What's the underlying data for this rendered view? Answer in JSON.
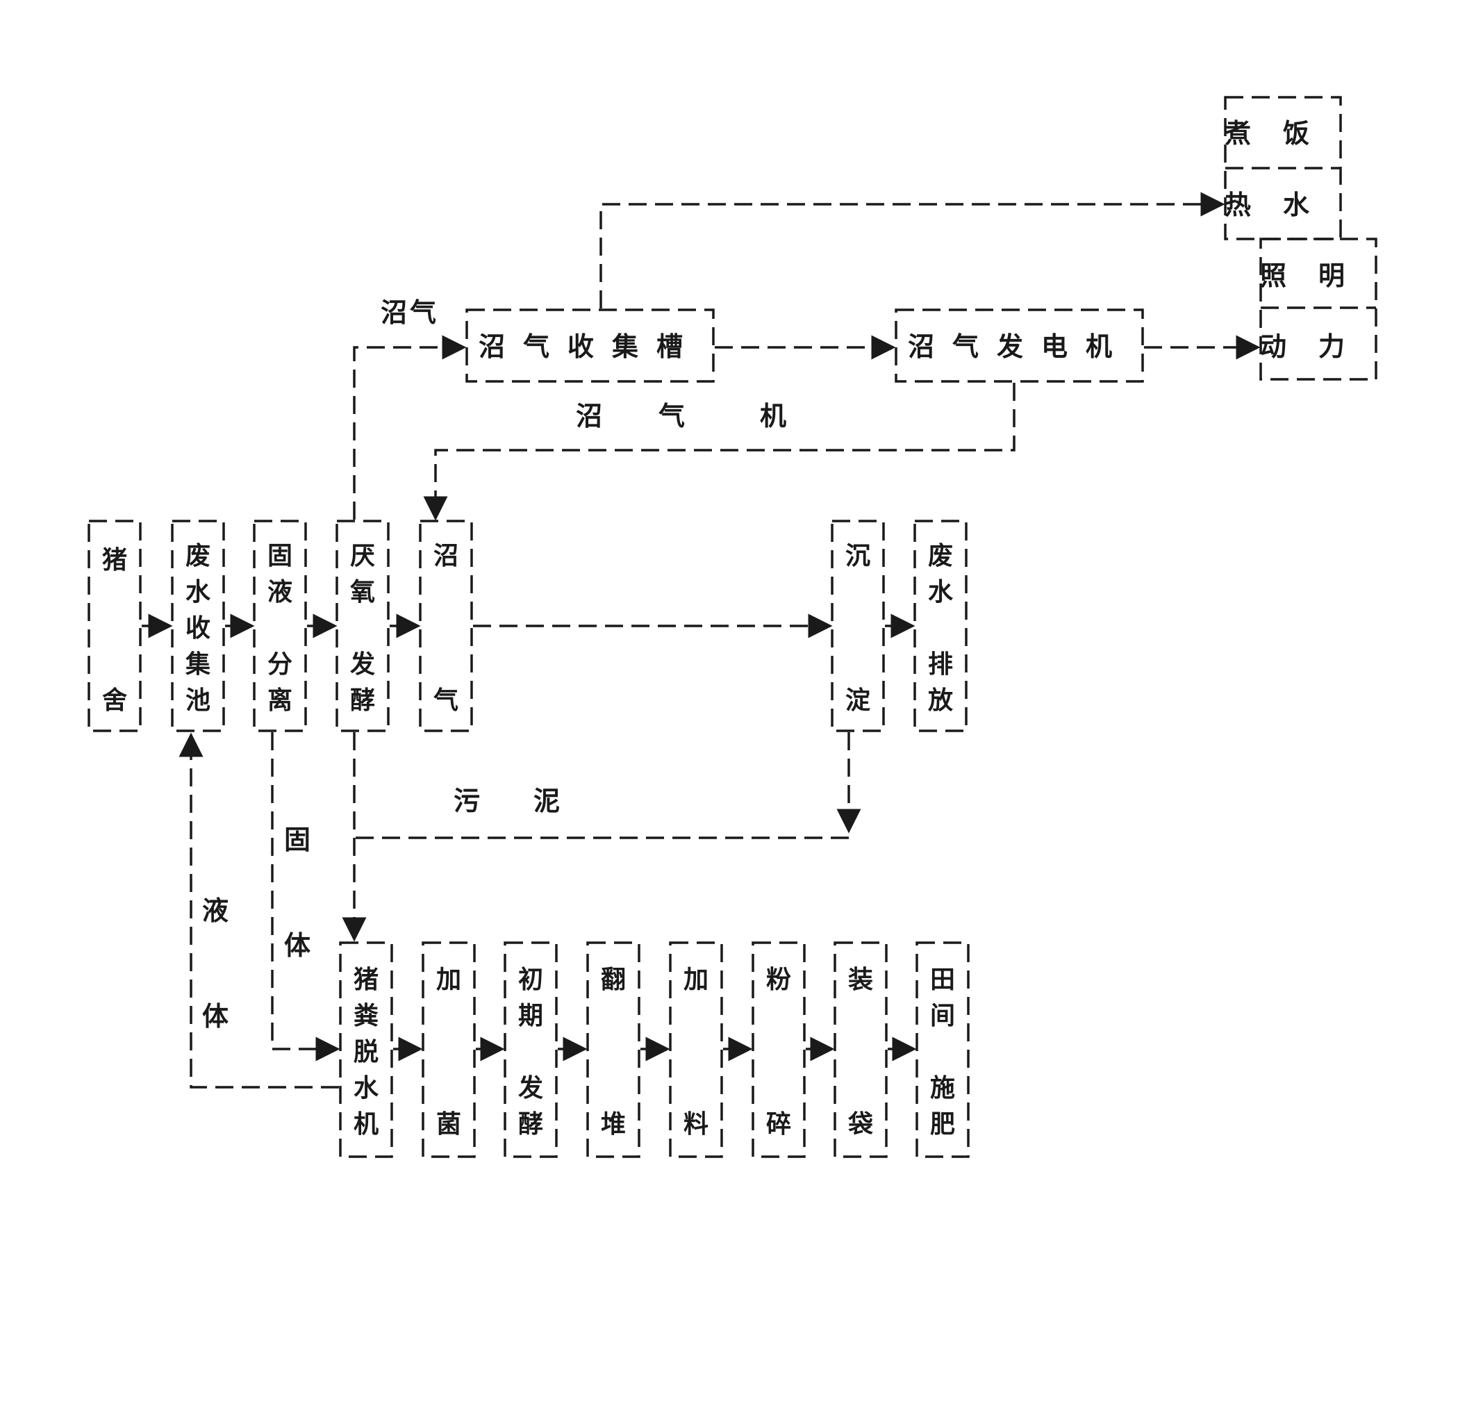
{
  "nodes": {
    "pig_house": "猪舍",
    "wastewater_pool": "废水收集池",
    "solid_liquid_separation": "固液分离",
    "anaerobic_fermentation": "厌氧发酵",
    "biogas_column": "沼气",
    "sedimentation": "沉淀",
    "wastewater_discharge": "废水排放",
    "biogas_tank": "沼气收集槽",
    "biogas_generator": "沼气发电机",
    "cooking": "煮饭",
    "hot_water": "热水",
    "lighting": "照明",
    "power": "动力",
    "dewatering_machine": "猪粪脱水机",
    "add_bacteria": "加菌",
    "initial_fermentation": "初期发酵",
    "turning_pile": "翻堆",
    "add_material": "加料",
    "crushing": "粉碎",
    "bagging": "装袋",
    "field_fertilizing": "田间施肥"
  },
  "labels": {
    "biogas": "沼气",
    "biogas_machine": "沼 气 机",
    "sludge": "污泥",
    "solid": "固体",
    "liquid": "液体"
  }
}
